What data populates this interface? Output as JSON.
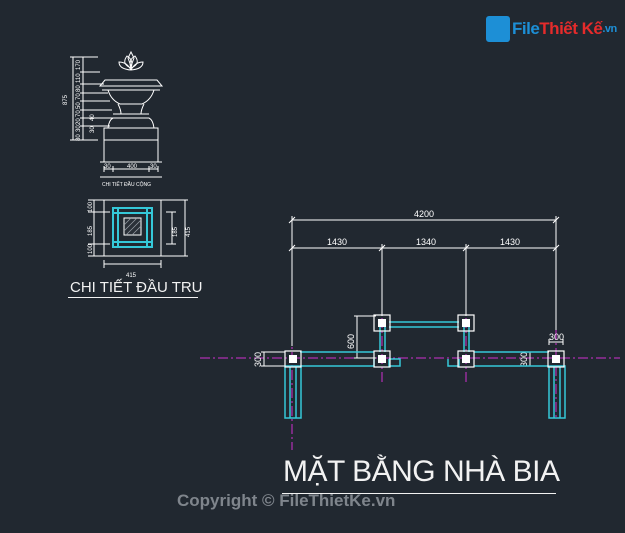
{
  "logo": {
    "part1": "File",
    "part2": "Thiết Kế",
    "part3": ".vn"
  },
  "copyright": "Copyright © FileThietKe.vn",
  "plan": {
    "title": "MẶT BẰNG NHÀ BIA",
    "dims": {
      "total": "4200",
      "left": "1430",
      "mid": "1340",
      "right": "1430",
      "v600": "600",
      "v300a": "300",
      "v300b": "300",
      "v300c": "300"
    }
  },
  "detail": {
    "title": "CHI TIẾT ĐẦU TRU",
    "elev_dims": [
      "875",
      "170",
      "110",
      "80",
      "70",
      "50",
      "70",
      "20",
      "30",
      "80",
      "40",
      "30"
    ],
    "elev_bottom": {
      "left": "30",
      "mid": "400",
      "right": "30"
    },
    "elev_caption": "CHI TIẾT ĐẦU CỘNG",
    "sec_dims": {
      "top": "100",
      "a": "185",
      "b": "100",
      "right1": "185",
      "right2": "415",
      "bottom": "415"
    }
  },
  "colors": {
    "background": "#212830",
    "line": "#ffffff",
    "wall": "#35c8d8",
    "axis": "#d030d0"
  }
}
